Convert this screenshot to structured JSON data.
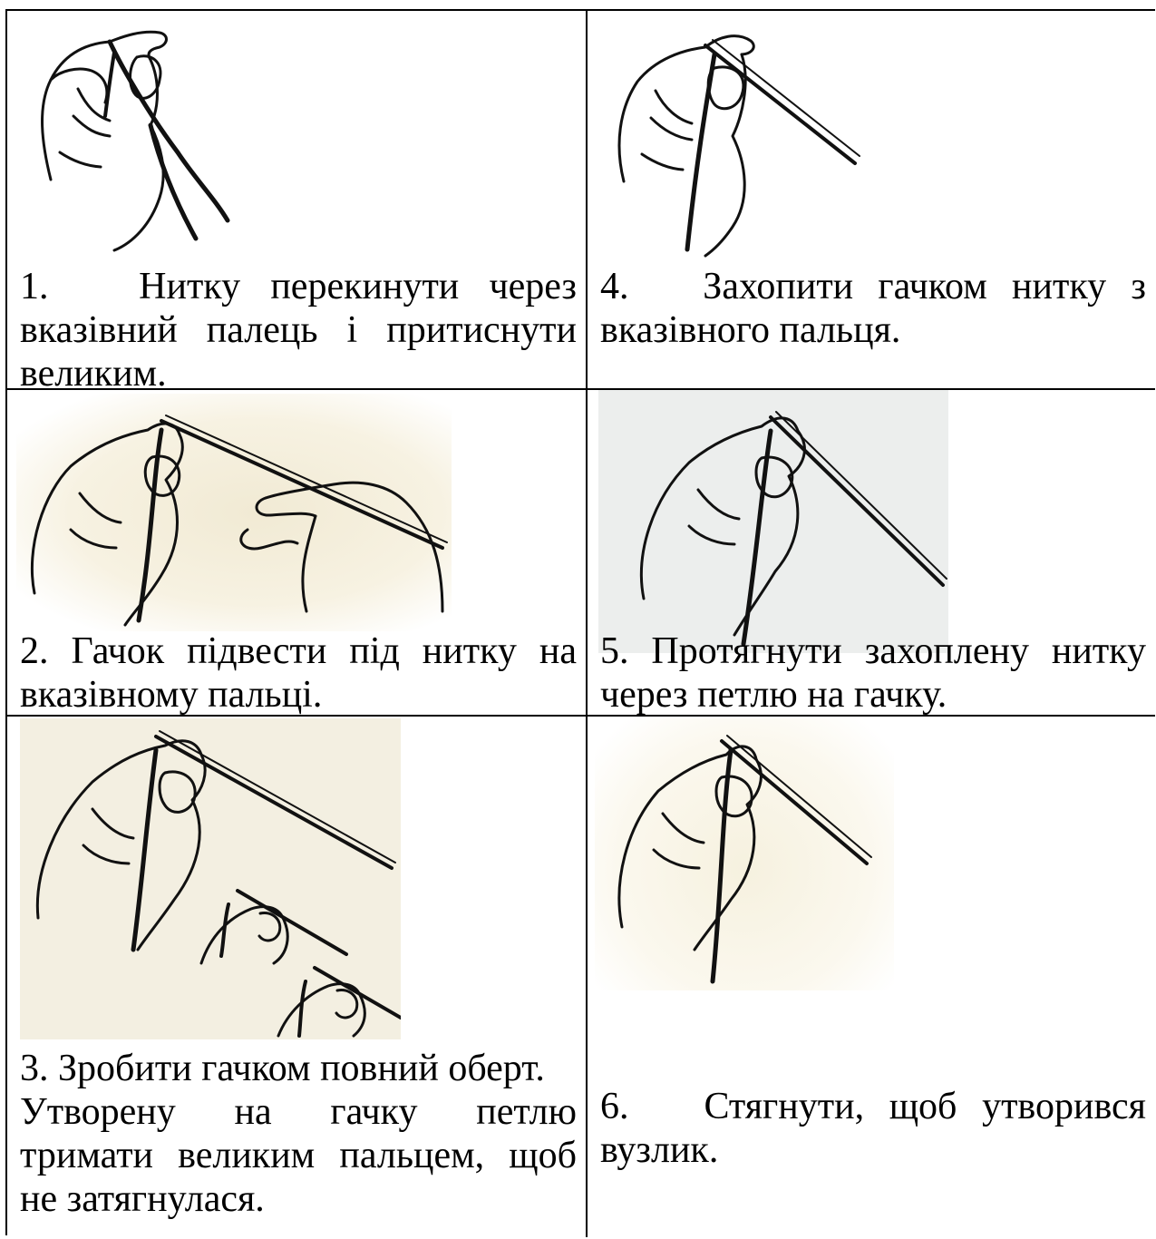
{
  "steps": [
    {
      "number": "1.",
      "text_lines": [
        "Нитку перекинути через",
        "вказівний палець і притиснути",
        "великим."
      ],
      "illustration": "hand-thread-over-index-finger"
    },
    {
      "number": "2.",
      "text_lines": [
        "Гачок підвести під нитку на",
        "вказівному пальці."
      ],
      "illustration": "hook-under-thread-two-hands"
    },
    {
      "number": "3.",
      "text_lines": [
        "Зробити гачком повний оберт.",
        "Утворену на гачку петлю",
        "тримати великим пальцем, щоб",
        "не затягнулася."
      ],
      "illustration": "hook-full-turn-three-hands"
    },
    {
      "number": "4.",
      "text_lines": [
        "Захопити гачком нитку з",
        "вказівного пальця."
      ],
      "illustration": "hook-catch-thread"
    },
    {
      "number": "5.",
      "text_lines": [
        "Протягнути захоплену нитку",
        "через петлю на гачку."
      ],
      "illustration": "pull-thread-through-loop"
    },
    {
      "number": "6.",
      "text_lines": [
        "Стягнути, щоб утворився",
        "вузлик."
      ],
      "illustration": "tighten-knot"
    }
  ],
  "colors": {
    "border": "#000000",
    "aged_paper": "#f2ecd8",
    "grey_scan": "#eceeed"
  }
}
